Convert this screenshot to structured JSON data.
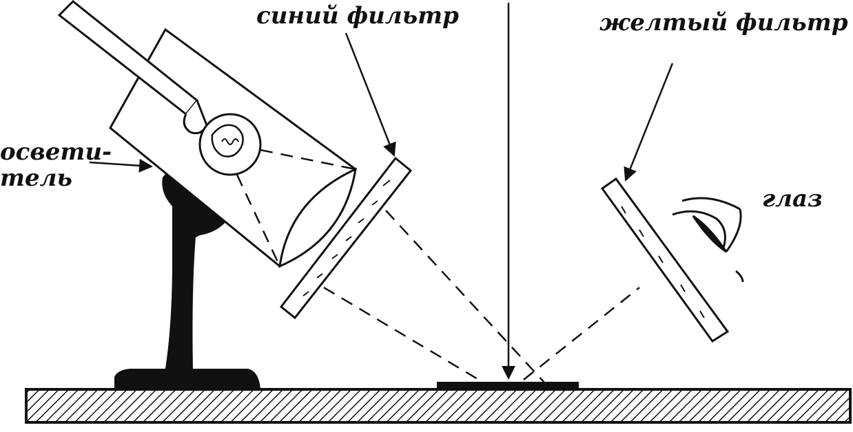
{
  "labels": {
    "blue_filter": "синий фильтр",
    "yellow_filter": "желтый фильтр",
    "eye": "глаз",
    "illuminator_line1": "освети-",
    "illuminator_line2": "тель"
  },
  "colors": {
    "ink": "#111111",
    "background": "#ffffff"
  }
}
